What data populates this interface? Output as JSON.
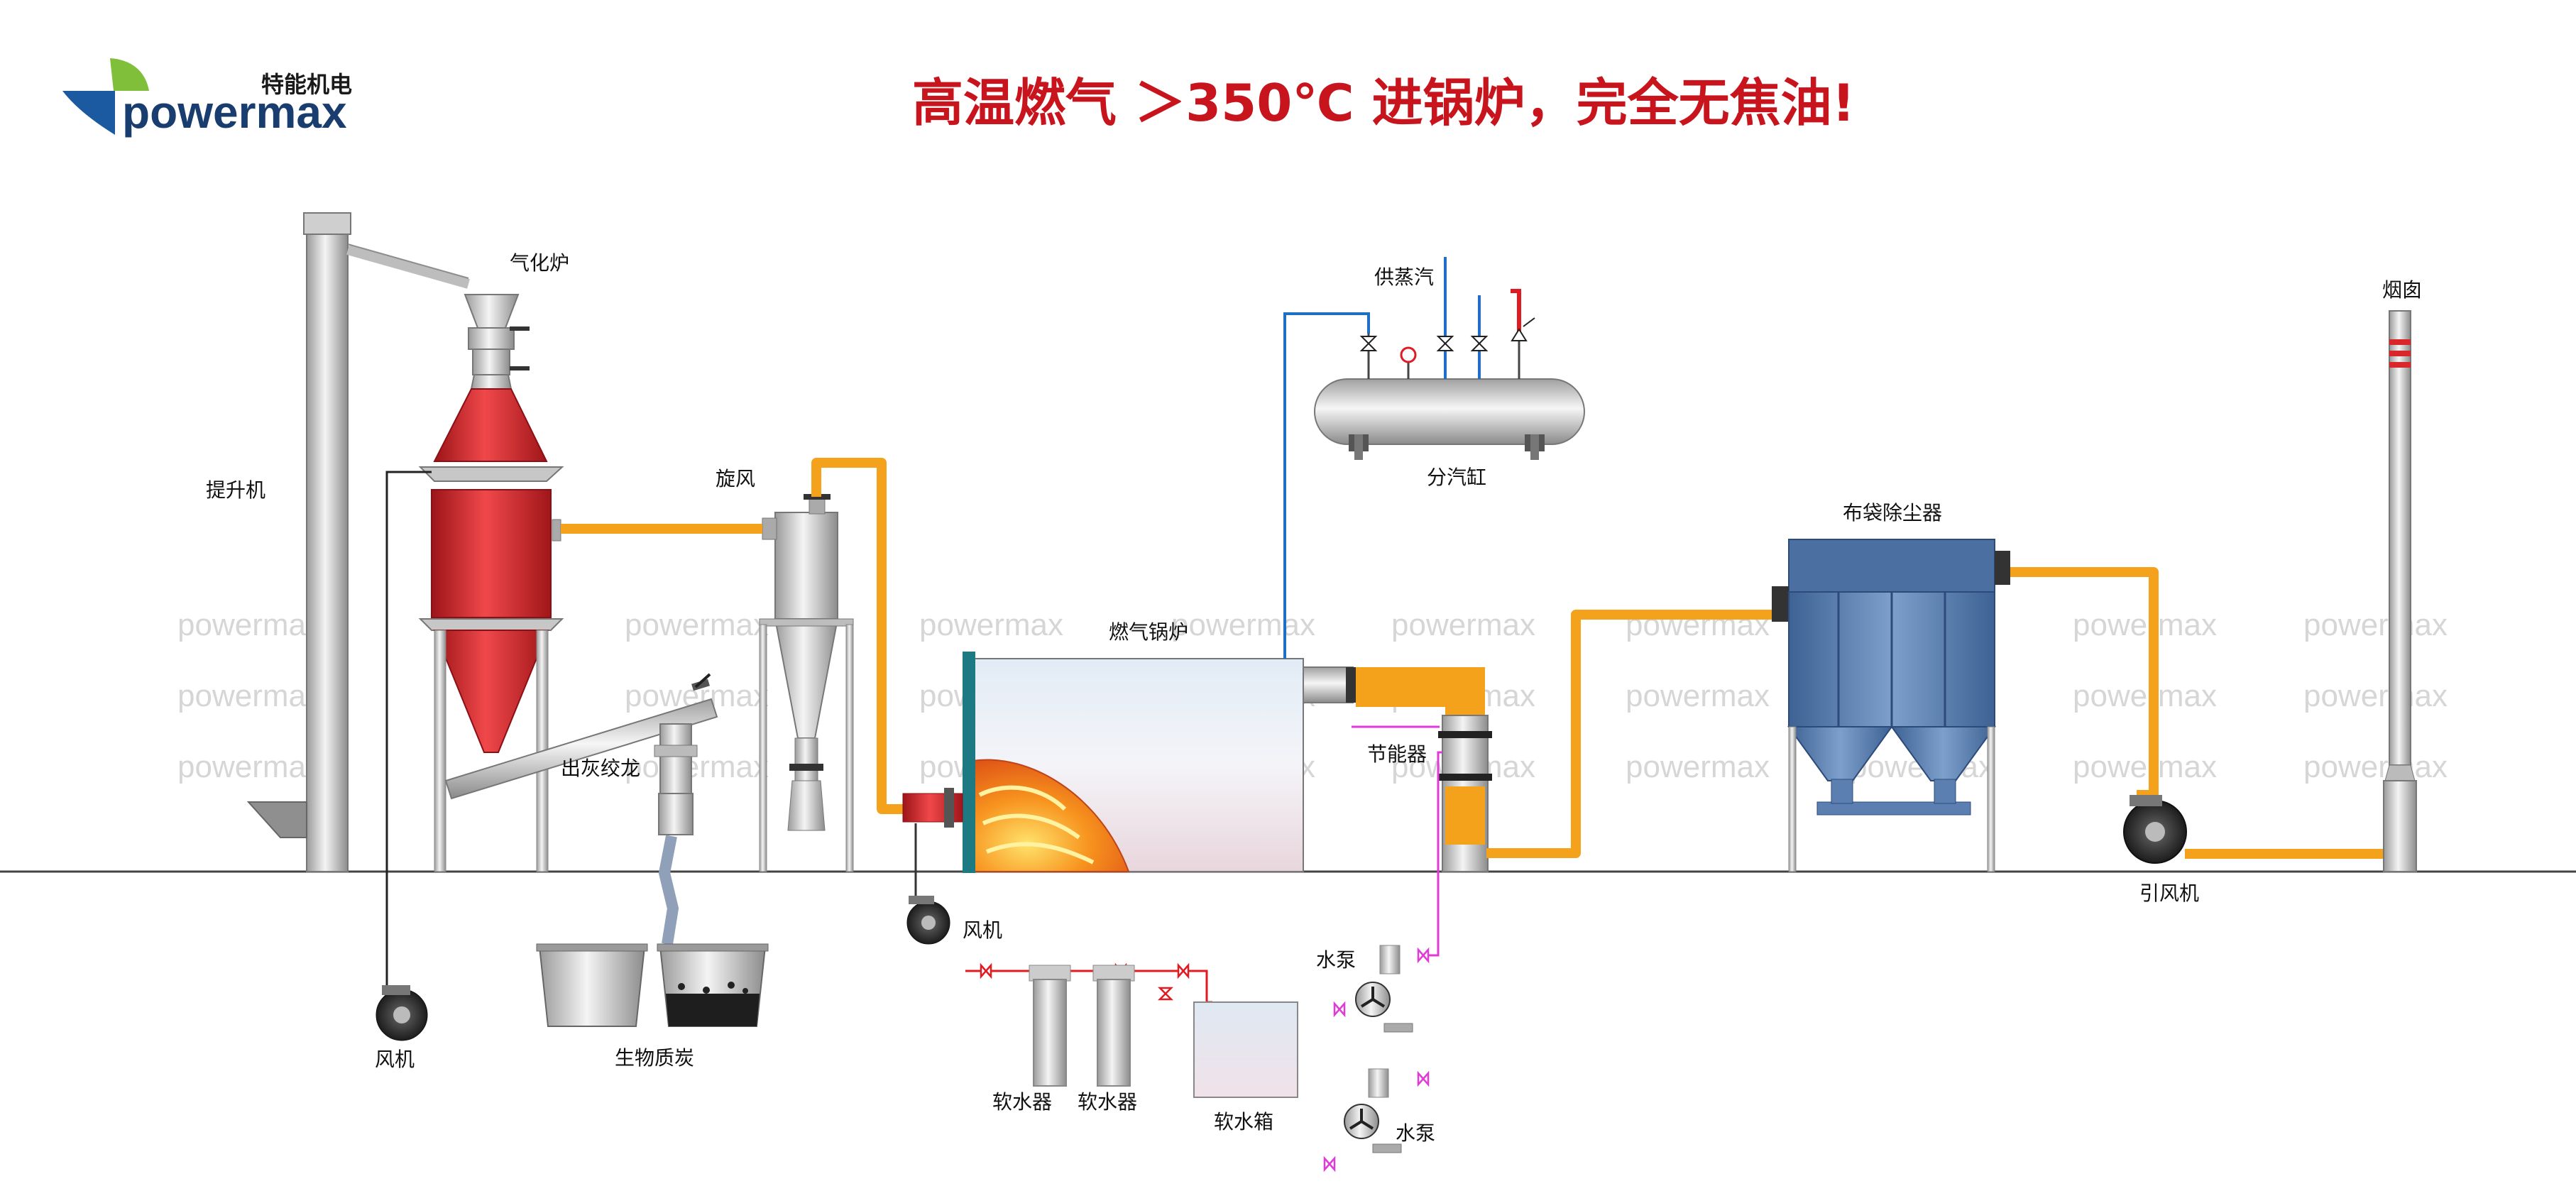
{
  "header": {
    "brand_cn": "特能机电",
    "brand_en": "powermax",
    "headline": "高温燃气 ＞350℃ 进锅炉，完全无焦油!"
  },
  "colors": {
    "headline": "#c8141c",
    "brand_blue": "#1b5aa0",
    "brand_green": "#7fbf3a",
    "flue_pipe": "#f4a21b",
    "steam_pipe": "#1f6fc4",
    "water_pipe": "#e23ad8",
    "valve_red": "#e11b22",
    "gasifier_red": "#d8262a",
    "filter_blue": "#5b7fb0"
  },
  "watermark": {
    "text": "powermax"
  },
  "labels": {
    "elevator": "提升机",
    "gasifier": "气化炉",
    "cyclone": "旋风",
    "ash_screw": "出灰绞龙",
    "biochar": "生物质炭",
    "fan_left": "风机",
    "fan_boiler": "风机",
    "boiler": "燃气锅炉",
    "economizer": "节能器",
    "steam_supply": "供蒸汽",
    "steam_header": "分汽缸",
    "bag_filter": "布袋除尘器",
    "chimney": "烟囱",
    "id_fan": "引风机",
    "softener_1": "软水器",
    "softener_2": "软水器",
    "soft_tank": "软水箱",
    "pump_1": "水泵",
    "pump_2": "水泵"
  }
}
